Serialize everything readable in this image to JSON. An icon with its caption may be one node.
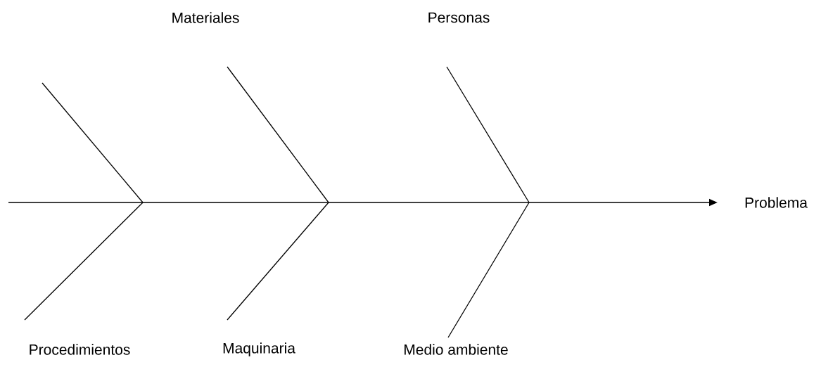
{
  "diagram": {
    "nodes": [
      {
        "text": [
          "Materiales"
        ]
      },
      {
        "text": [
          "Personas"
        ]
      },
      {
        "text": [
          "Procedimientos"
        ]
      },
      {
        "text": [
          "Maquinaria"
        ]
      },
      {
        "text": [
          "Medio ambiente"
        ]
      },
      {
        "text": [
          "Problema"
        ]
      }
    ],
    "edges": [
      {
        "from": null,
        "to": 5,
        "arrow": "to"
      },
      {
        "from": 0,
        "to": null,
        "arrow": "none"
      },
      {
        "from": 1,
        "to": null,
        "arrow": "none"
      },
      {
        "from": 2,
        "to": null,
        "arrow": "none"
      },
      {
        "from": 3,
        "to": null,
        "arrow": "none"
      },
      {
        "from": 4,
        "to": null,
        "arrow": "none"
      }
    ]
  }
}
